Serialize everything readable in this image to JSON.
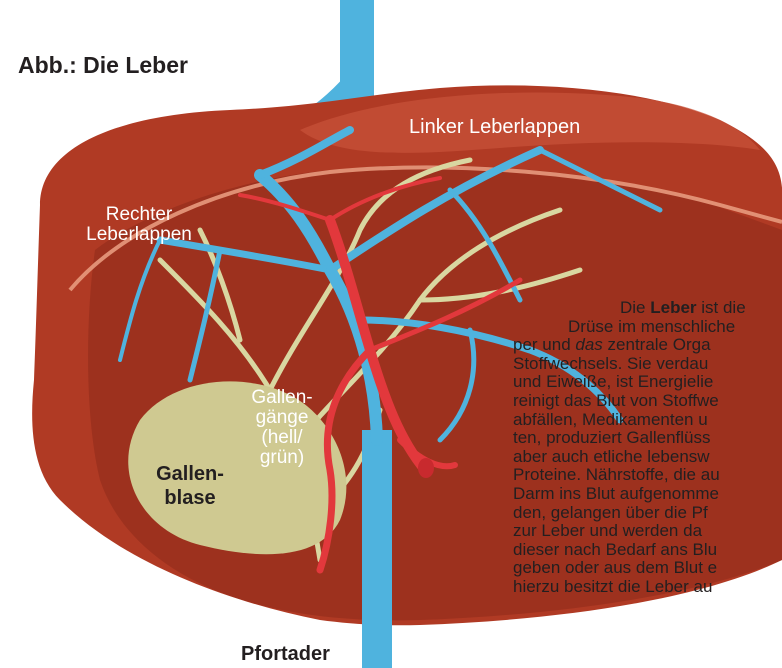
{
  "title": "Abb.: Die Leber",
  "labels": {
    "left_lobe": "Linker Leberlappen",
    "right_lobe_1": "Rechter",
    "right_lobe_2": "Leberlappen",
    "bile_ducts_1": "Gallen-",
    "bile_ducts_2": "gänge",
    "bile_ducts_3": "(hell/",
    "bile_ducts_4": "grün)",
    "gallbladder_1": "Gallen-",
    "gallbladder_2": "blase",
    "portal_vein": "Pfortader"
  },
  "body_text": {
    "line1_pre": "Die ",
    "line1_bold": "Leber",
    "line1_post": " ist die",
    "line2": "Drüse im menschliche",
    "line3_pre": "per und ",
    "line3_italic": "das",
    "line3_post": " zentrale Orga",
    "line4": "Stoffwechsels. Sie verdau",
    "line5": "und Eiweiße, ist Energielie",
    "line6": "reinigt das Blut von Stoffwe",
    "line7": "abfällen, Medikamenten u",
    "line8": "ten, produziert Gallenflüss",
    "line9": "aber auch etliche lebensw",
    "line10": "Proteine. Nährstoffe, die au",
    "line11": "Darm ins Blut aufgenomme",
    "line12": "den, gelangen über die Pf",
    "line13": "zur Leber und werden da",
    "line14": "dieser nach Bedarf ans Blu",
    "line15": "geben oder aus dem Blut e",
    "line16": "hierzu besitzt die Leber au"
  },
  "colors": {
    "liver": "#b03a24",
    "liver_dark": "#8e2a19",
    "liver_highlight": "#c9533a",
    "vein_blue": "#4fb3de",
    "artery_red": "#e2383c",
    "bile_duct": "#d9d7a1",
    "gallbladder": "#cfc991",
    "text": "#231f20"
  }
}
